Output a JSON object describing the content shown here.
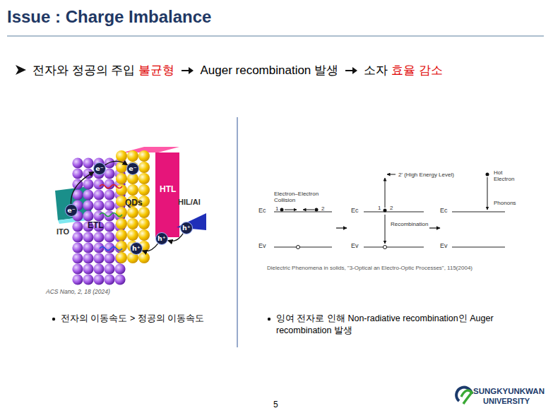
{
  "diagram": {
    "title": "Issue : Charge Imbalance",
    "nodes": [
      {
        "text": [
          "ITO"
        ]
      },
      {
        "text": [
          "ETL"
        ]
      },
      {
        "text": [
          "QDs"
        ]
      },
      {
        "text": [
          "HTL"
        ]
      },
      {
        "text": [
          "HIL/Al"
        ]
      },
      {
        "text": [
          "e⁻"
        ]
      },
      {
        "text": [
          "e⁻"
        ]
      },
      {
        "text": [
          "e⁻"
        ]
      },
      {
        "text": [
          "h⁺"
        ]
      },
      {
        "text": [
          "h⁺"
        ]
      },
      {
        "text": [
          "h⁺"
        ]
      }
    ],
    "edges": [
      {
        "from": 5,
        "to": 6,
        "arrow": "to"
      },
      {
        "from": 6,
        "to": 7,
        "arrow": "to"
      },
      {
        "from": 8,
        "to": 9,
        "arrow": "to"
      },
      {
        "from": 9,
        "to": 10,
        "arrow": "to"
      }
    ],
    "labels": [
      "전자와 정공의 주입",
      "불균형",
      "Auger recombination 발생",
      "소자",
      "효율 감소",
      "ACS Nano, 2, 18 (2024)",
      "2' (High Energy Level)",
      "Electron–Electron Collision",
      "1",
      "2",
      "Ec",
      "Ev",
      "1",
      "2",
      "Ec",
      "Recombination",
      "Ev",
      "Hot Electron",
      "Phonons",
      "Ec",
      "Ev",
      "Dielectric Phenomena in solids, \"3-Optical an Electro-Optic Processes\", 115(2004)",
      "전자의 이동속도 > 정공의 이동속도",
      "잉여 전자로 인해 Non-radiative recombination인 Auger recombination 발생",
      "5",
      "SUNGKYUNKWAN",
      "UNIVERSITY"
    ]
  }
}
